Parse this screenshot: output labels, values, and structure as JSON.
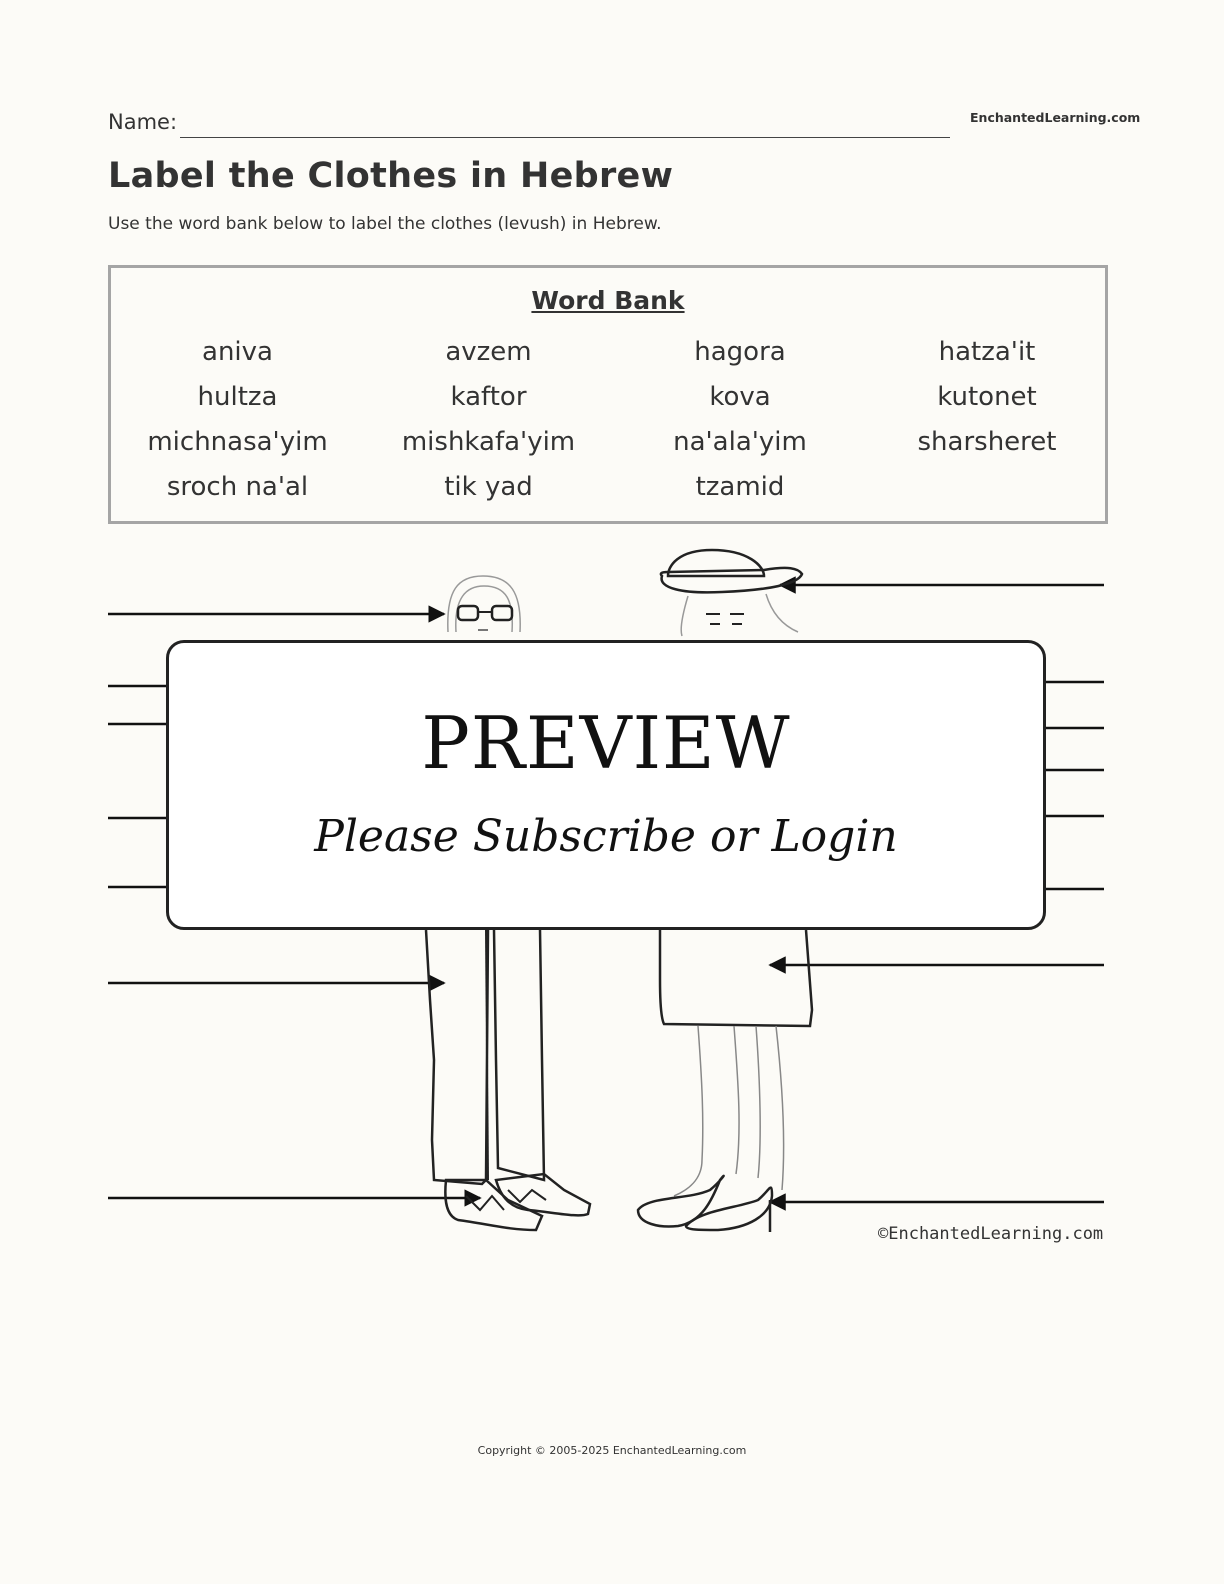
{
  "header": {
    "name_label": "Name:",
    "site_brand": "EnchantedLearning.com"
  },
  "title": "Label the Clothes in Hebrew",
  "instructions": "Use the word bank below to label the clothes (levush) in Hebrew.",
  "word_bank": {
    "title": "Word Bank",
    "words": [
      "aniva",
      "avzem",
      "hagora",
      "hatza'it",
      "hultza",
      "kaftor",
      "kova",
      "kutonet",
      "michnasa'yim",
      "mishkafa'yim",
      "na'ala'yim",
      "sharsheret",
      "sroch na'al",
      "tik yad",
      "tzamid"
    ]
  },
  "preview": {
    "title": "PREVIEW",
    "subtitle": "Please Subscribe or Login"
  },
  "image_credit": "©EnchantedLearning.com",
  "copyright": "Copyright © 2005-2025 EnchantedLearning.com"
}
